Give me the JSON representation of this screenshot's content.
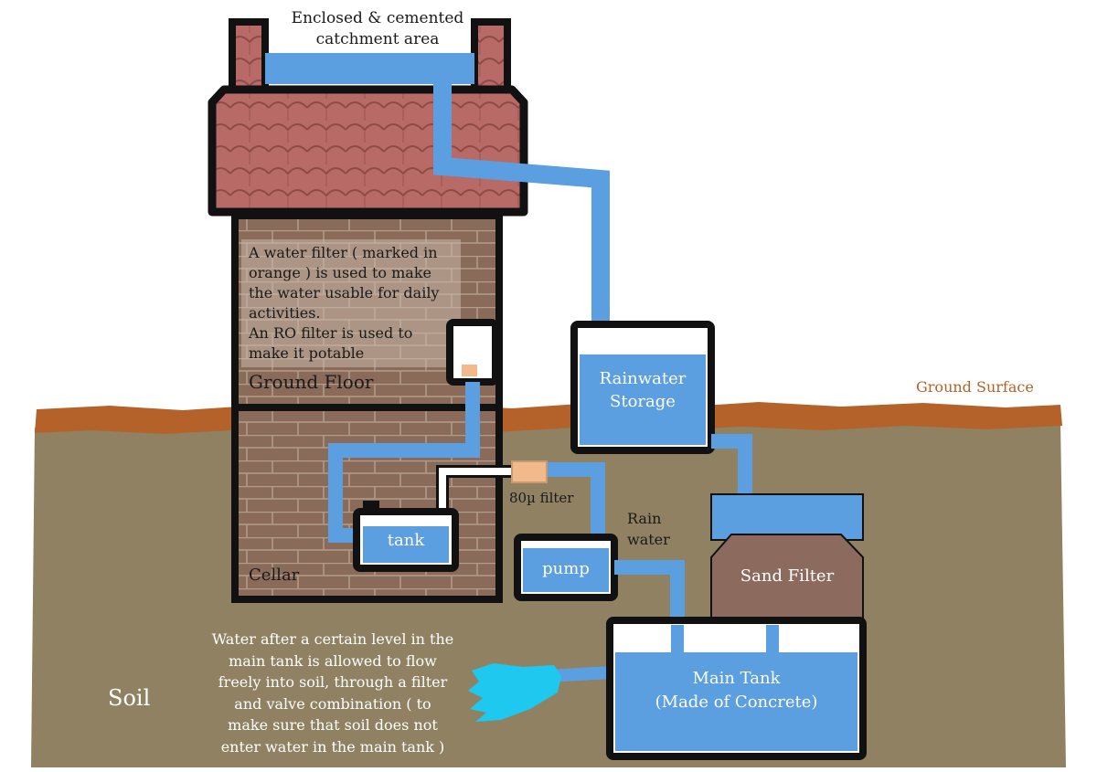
{
  "labels": {
    "catchment": [
      "Enclosed & cemented",
      "catchment area"
    ],
    "house_note": [
      "A water filter ( marked in",
      "orange ) is used to make",
      "the water usable for daily",
      "activities.",
      "An RO filter is used to",
      "make it potable"
    ],
    "ground_floor": "Ground Floor",
    "cellar": "Cellar",
    "tank": "tank",
    "filter_80": "80µ filter",
    "pump": "pump",
    "rain_water": [
      "Rain",
      "water"
    ],
    "rainwater_storage": [
      "Rainwater",
      "Storage"
    ],
    "ground_surface": "Ground Surface",
    "sand_filter": "Sand Filter",
    "main_tank": [
      "Main Tank",
      "(Made of Concrete)"
    ],
    "soil": "Soil",
    "overflow_note": [
      "Water after a certain level in the",
      "main tank is allowed to flow",
      "freely into soil, through a filter",
      "and valve combination ( to",
      "make sure that soil does not",
      "enter water in the main tank )"
    ]
  },
  "colors": {
    "water": "#5b9fe0",
    "soil": "#8f8162",
    "ground_surface": "#b5622a",
    "roof": "#b86b66",
    "brick": "#8a6a58",
    "sand": "#8c6b5e",
    "filter_orange": "#f2b98a",
    "outline": "#111111",
    "splash": "#1ec8ef"
  }
}
